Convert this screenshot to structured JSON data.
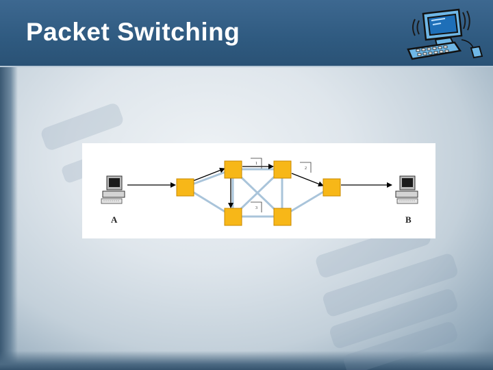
{
  "slide": {
    "title": "Packet Switching"
  },
  "diagram": {
    "endpoint_a": "A",
    "endpoint_b": "B",
    "packet_labels": [
      "1",
      "2",
      "3"
    ]
  },
  "colors": {
    "title_bar": "#2f5a80",
    "router": "#f7b718",
    "router_border": "#c88a00",
    "link": "#a9c4da",
    "arrow": "#000000"
  },
  "icons": {
    "logo": "computer-monitor-icon",
    "host": "desktop-computer-icon"
  }
}
